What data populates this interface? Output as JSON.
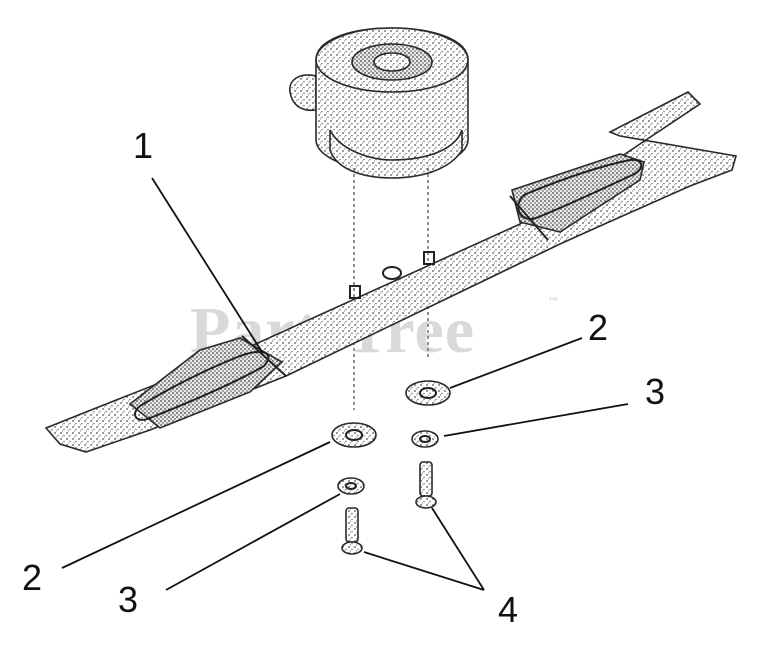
{
  "watermark": {
    "text": "PartsTree",
    "trademark": "™"
  },
  "callouts": {
    "blade": "1",
    "washer_right": "2",
    "lockwasher_right": "3",
    "washer_left": "2",
    "lockwasher_left": "3",
    "bolts": "4"
  },
  "colors": {
    "ink": "#111111",
    "watermark": "#d9d9d9",
    "background": "#ffffff"
  }
}
